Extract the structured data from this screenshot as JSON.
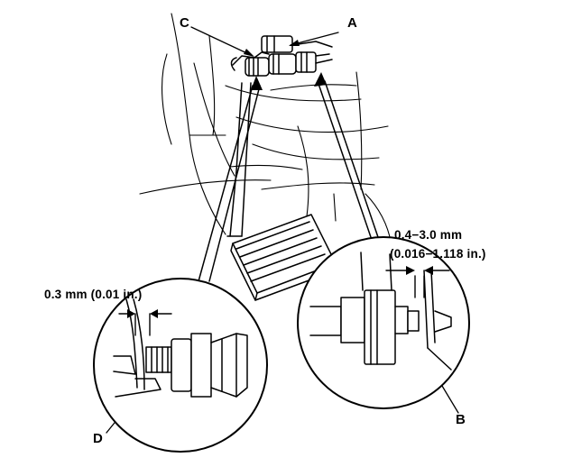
{
  "callouts": {
    "a": "A",
    "b": "B",
    "c": "C",
    "d": "D"
  },
  "dimensions": {
    "left_gap": "0.3 mm (0.01 in.)",
    "right_gap_mm": "0.4−3.0 mm",
    "right_gap_in": "(0.016−1.118 in.)"
  },
  "colors": {
    "ink": "#000000",
    "paper": "#ffffff"
  }
}
